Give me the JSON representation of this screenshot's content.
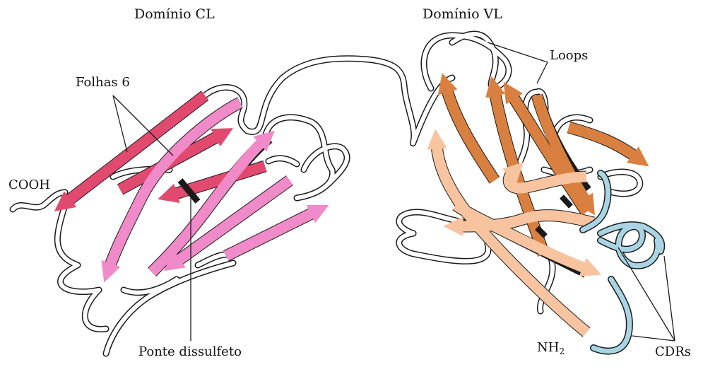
{
  "labels": {
    "domain_cl": "Domínio CL",
    "domain_vl": "Domínio VL",
    "beta_sheets": "Folhas 6",
    "cooh": "COOH",
    "loops": "Loops",
    "disulfide_bridge": "Ponte dissulfeto",
    "nh": "NH",
    "nh_subscript": "2",
    "cdrs": "CDRs"
  },
  "colors": {
    "cl_strand_dark": "#e14a6e",
    "cl_strand_light": "#f08ac8",
    "vl_strand_dark": "#d98040",
    "vl_strand_light": "#f8c4a0",
    "cdr_loop": "#a9d4e4",
    "disulfide_bond": "#1a1a1a",
    "backbone_outline": "#1a1a1a"
  }
}
